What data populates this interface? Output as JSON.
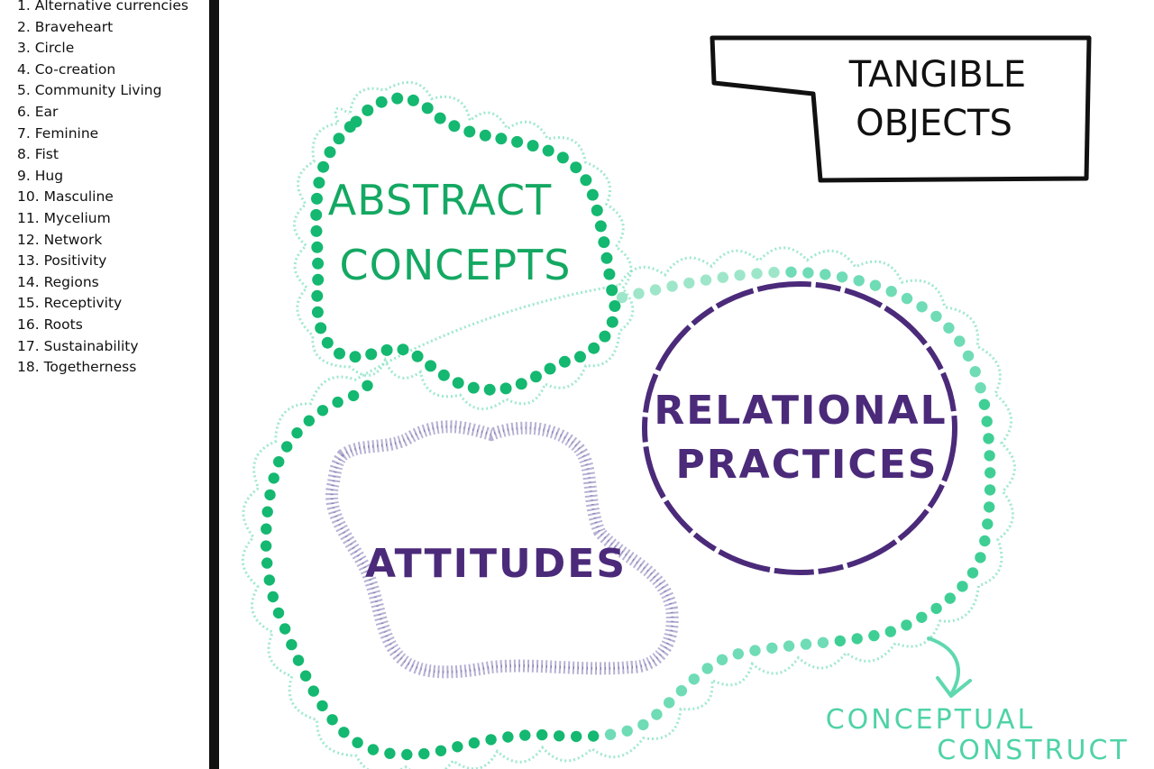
{
  "list_items": [
    "1. Alternative currencies",
    "2. Braveheart",
    "3. Circle",
    "4. Co-creation",
    "5. Community Living",
    "6. Ear",
    "7. Feminine",
    "8. Fist",
    "9. Hug",
    "10. Masculine",
    "11. Mycelium",
    "12. Network",
    "13. Positivity",
    "14. Regions",
    "15. Receptivity",
    "16. Roots",
    "17. Sustainability",
    "18. Togetherness"
  ],
  "diagram": {
    "tangible_objects": [
      "TANGIBLE",
      "OBJECTS"
    ],
    "abstract_concepts": [
      "ABSTRACT",
      "CONCEPTS"
    ],
    "relational_practices": [
      "RELATIONAL",
      "PRACTICES"
    ],
    "attitudes": "ATTITUDES",
    "conceptual_construct": [
      "CONCEPTUAL",
      "CONSTRUCT"
    ]
  },
  "colors": {
    "green_dots": "#14b870",
    "mint_scribble": "#7fe0bf",
    "purple": "#4b2a7a",
    "lavender_scribble": "#9c97c2",
    "black": "#111111"
  }
}
